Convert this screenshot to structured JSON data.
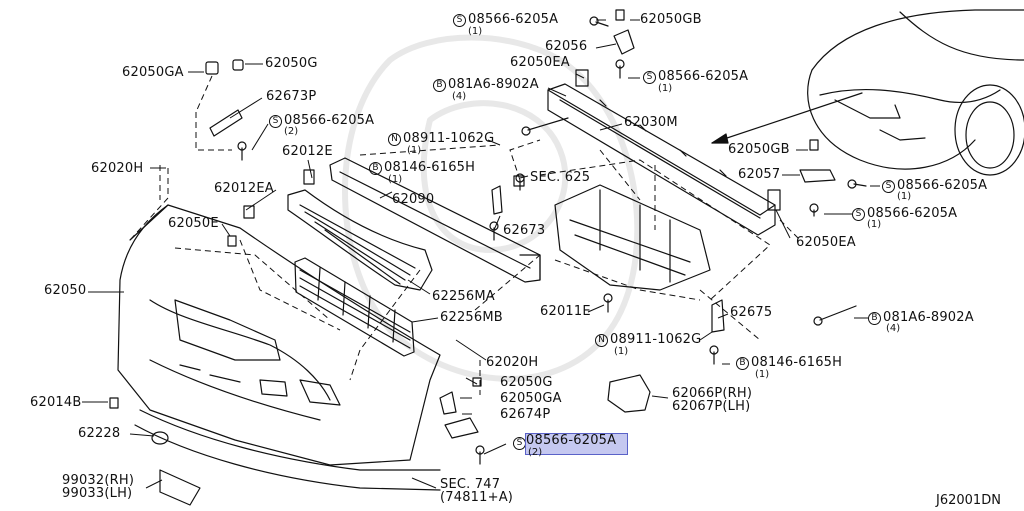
{
  "diagram_code": "J62001DN",
  "highlight_color": "#c5c8f0",
  "callouts": {
    "a01": {
      "badge": "S",
      "part": "08566-6205A",
      "qty": "(1)"
    },
    "a02": {
      "part": "62050GB"
    },
    "a03": {
      "part": "62056"
    },
    "a04": {
      "badge": "S",
      "part": "08566-6205A",
      "qty": "(1)"
    },
    "a05": {
      "part": "62050EA"
    },
    "a06": {
      "badge": "B",
      "part": "081A6-8902A",
      "qty": "(4)"
    },
    "a07": {
      "part": "62050GA"
    },
    "a08": {
      "part": "62050G"
    },
    "a09": {
      "part": "62673P"
    },
    "a10": {
      "badge": "S",
      "part": "08566-6205A",
      "qty": "(2)"
    },
    "a11": {
      "badge": "N",
      "part": "08911-1062G",
      "qty": "(1)"
    },
    "a12": {
      "part": "62030M"
    },
    "a13": {
      "part": "62012E"
    },
    "a14": {
      "badge": "B",
      "part": "08146-6165H",
      "qty": "(1)"
    },
    "a15": {
      "part": "SEC. 625"
    },
    "a16": {
      "part": "62020H"
    },
    "a17": {
      "part": "62012EA"
    },
    "a18": {
      "part": "62090"
    },
    "a19": {
      "part": "62050E"
    },
    "a20": {
      "part": "62673"
    },
    "a21": {
      "part": "62050GB"
    },
    "a22": {
      "part": "62057"
    },
    "a23": {
      "badge": "S",
      "part": "08566-6205A",
      "qty": "(1)"
    },
    "a24": {
      "badge": "S",
      "part": "08566-6205A",
      "qty": "(1)"
    },
    "a25": {
      "part": "62050EA"
    },
    "a26": {
      "part": "62050"
    },
    "a27": {
      "part": "62256MA"
    },
    "a28": {
      "part": "62011E"
    },
    "a29": {
      "part": "62256MB"
    },
    "a30": {
      "part": "62675"
    },
    "a31": {
      "badge": "B",
      "part": "081A6-8902A",
      "qty": "(4)"
    },
    "a32": {
      "badge": "N",
      "part": "08911-1062G",
      "qty": "(1)"
    },
    "a33": {
      "part": "62020H"
    },
    "a34": {
      "badge": "B",
      "part": "08146-6165H",
      "qty": "(1)"
    },
    "a35": {
      "part": "62050G"
    },
    "a36": {
      "part": "62050GA"
    },
    "a37": {
      "part": "62014B"
    },
    "a38": {
      "part": "62674P"
    },
    "a39": {
      "part": "62066P(RH)"
    },
    "a40": {
      "part": "62067P(LH)"
    },
    "a41": {
      "part": "62228"
    },
    "a42": {
      "badge": "S",
      "part": "08566-6205A",
      "qty": "(2)",
      "highlighted": true
    },
    "a43": {
      "part": "99032(RH)"
    },
    "a44": {
      "part": "99033(LH)"
    },
    "a45": {
      "part": "SEC. 747"
    },
    "a46": {
      "part": "(74811+A)"
    }
  }
}
